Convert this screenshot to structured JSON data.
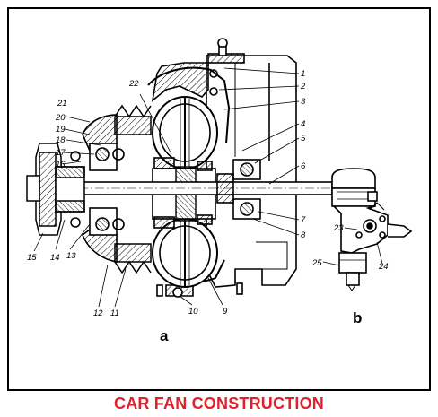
{
  "caption": "CAR FAN CONSTRUCTION",
  "caption_color": "#e0202a",
  "views": {
    "a": "a",
    "b": "b"
  },
  "callouts": [
    "1",
    "2",
    "3",
    "4",
    "5",
    "6",
    "7",
    "8",
    "9",
    "10",
    "11",
    "12",
    "13",
    "14",
    "15",
    "16",
    "17",
    "18",
    "19",
    "20",
    "21",
    "22",
    "23",
    "24",
    "25"
  ]
}
